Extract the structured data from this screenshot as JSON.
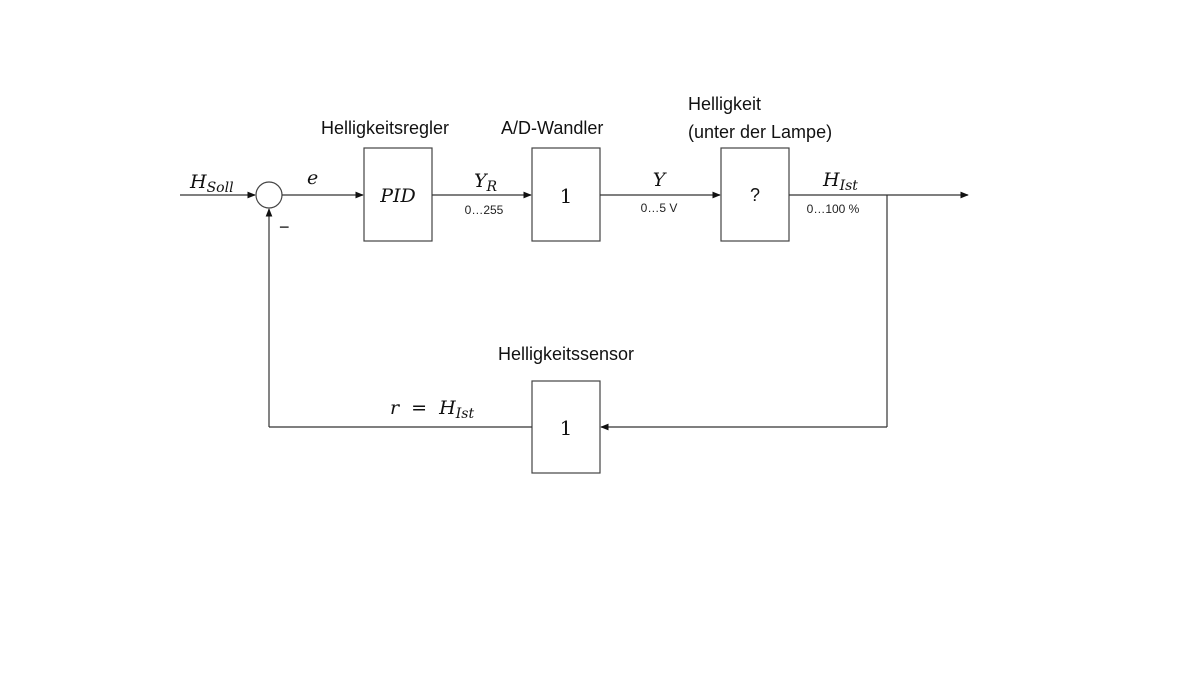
{
  "diagram": {
    "type": "control-loop-block-diagram",
    "input": {
      "symbol": "H",
      "subscript": "Soll"
    },
    "summing_junction": {
      "feedback_sign": "−"
    },
    "error_signal": "e",
    "blocks": [
      {
        "id": "controller",
        "title": "Helligkeitsregler",
        "content": "PID"
      },
      {
        "id": "adc",
        "title": "A/D-Wandler",
        "content": "1"
      },
      {
        "id": "plant",
        "title_line1": "Helligkeit",
        "title_line2": "(unter der Lampe)",
        "content": "?"
      },
      {
        "id": "sensor",
        "title": "Helligkeitssensor",
        "content": "1"
      }
    ],
    "signals": [
      {
        "id": "yr",
        "symbol": "Y",
        "subscript": "R",
        "range": "0…255"
      },
      {
        "id": "y",
        "symbol": "Y",
        "subscript": "",
        "range": "0…5 V"
      },
      {
        "id": "hist",
        "symbol": "H",
        "subscript": "Ist",
        "range": "0…100 %"
      }
    ],
    "feedback": {
      "prefix": "r  =  H",
      "subscript": "Ist"
    }
  }
}
